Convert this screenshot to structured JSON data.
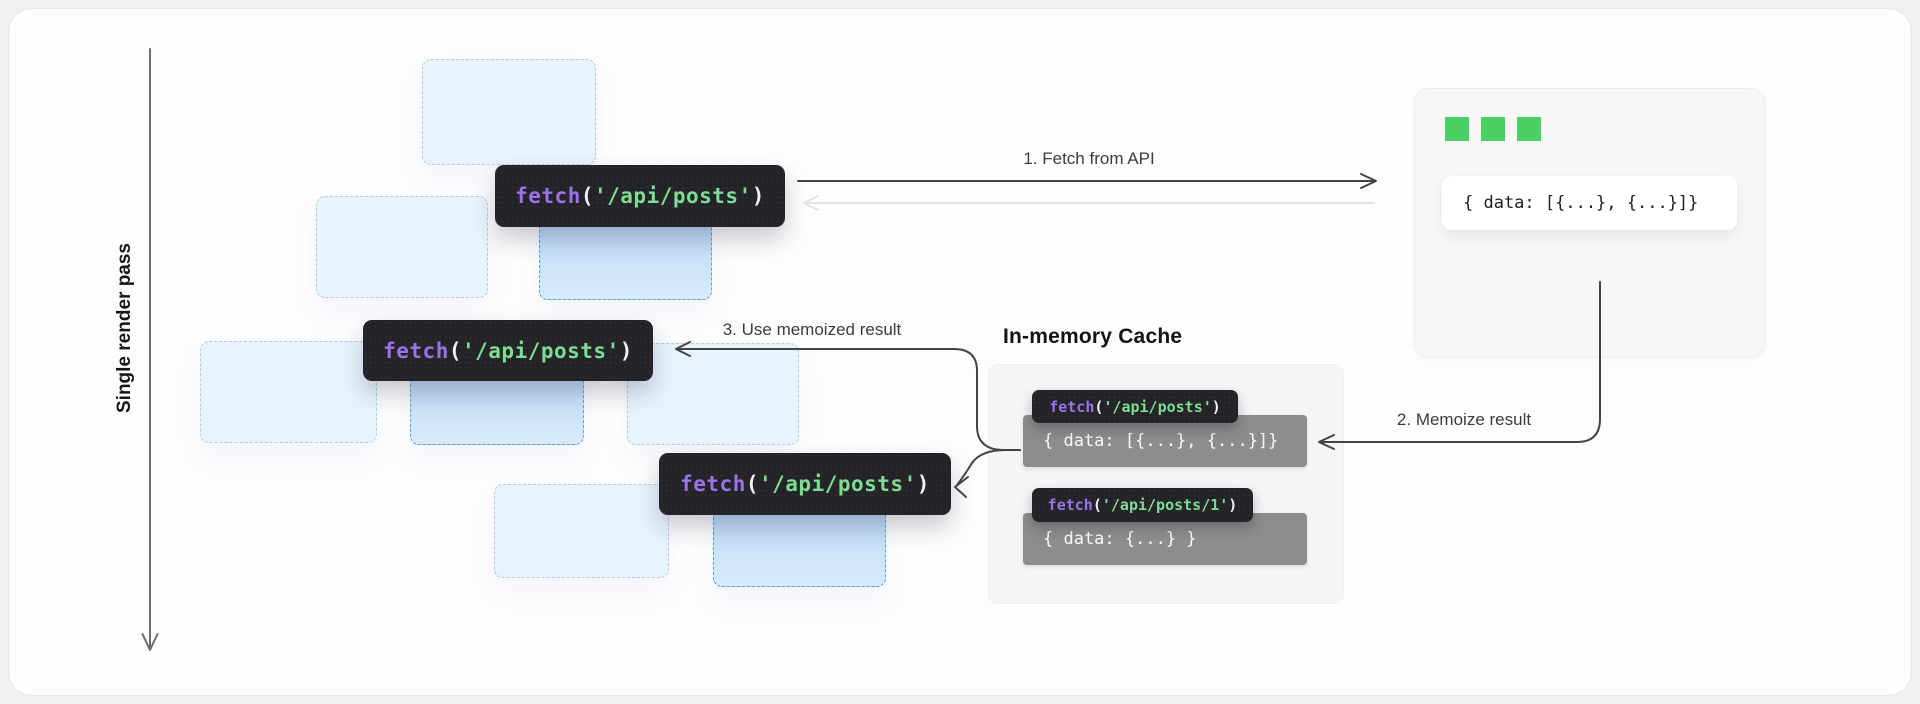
{
  "timeline": {
    "label": "Single render pass"
  },
  "steps": {
    "fetch": "1. Fetch from API",
    "memoize": "2. Memoize result",
    "use_memoized": "3. Use memoized result"
  },
  "fetch_calls": [
    {
      "fn": "fetch",
      "open": "(",
      "str": "'/api/posts'",
      "close": ")"
    },
    {
      "fn": "fetch",
      "open": "(",
      "str": "'/api/posts'",
      "close": ")"
    },
    {
      "fn": "fetch",
      "open": "(",
      "str": "'/api/posts'",
      "close": ")"
    }
  ],
  "server": {
    "response": "{ data: [{...}, {...}]}"
  },
  "cache": {
    "title": "In-memory Cache",
    "entries": [
      {
        "fn": "fetch",
        "open": "(",
        "str": "'/api/posts'",
        "close": ")",
        "value": "{ data: [{...}, {...}]}"
      },
      {
        "fn": "fetch",
        "open": "(",
        "str": "'/api/posts/1'",
        "close": ")",
        "value": "{ data: {...} }"
      }
    ]
  },
  "colors": {
    "accent_green": "#4bd163",
    "token_fn": "#9d72ea",
    "token_str": "#7edd92"
  }
}
